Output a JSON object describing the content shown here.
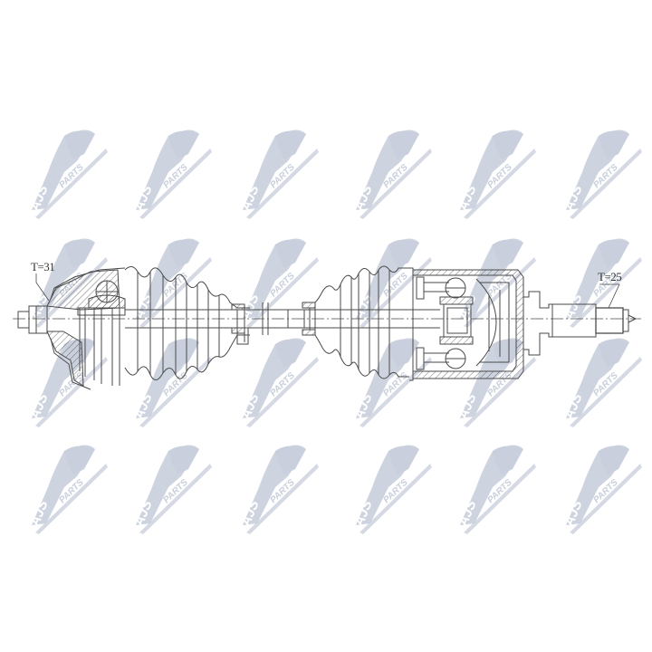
{
  "diagram": {
    "subject": "CV drive shaft (axle) technical cross-section drawing",
    "line_color": "#4a4a4a",
    "background": "#ffffff",
    "labels": {
      "outer_joint_teeth": "T=31",
      "inner_joint_teeth": "T=25"
    }
  },
  "watermark": {
    "brand": "AJS",
    "suffix": "PARTS",
    "color": "#c9cfdc",
    "columns_x": [
      25,
      140,
      258,
      383,
      498,
      615
    ],
    "rows_y": [
      142,
      262,
      372,
      490
    ]
  }
}
